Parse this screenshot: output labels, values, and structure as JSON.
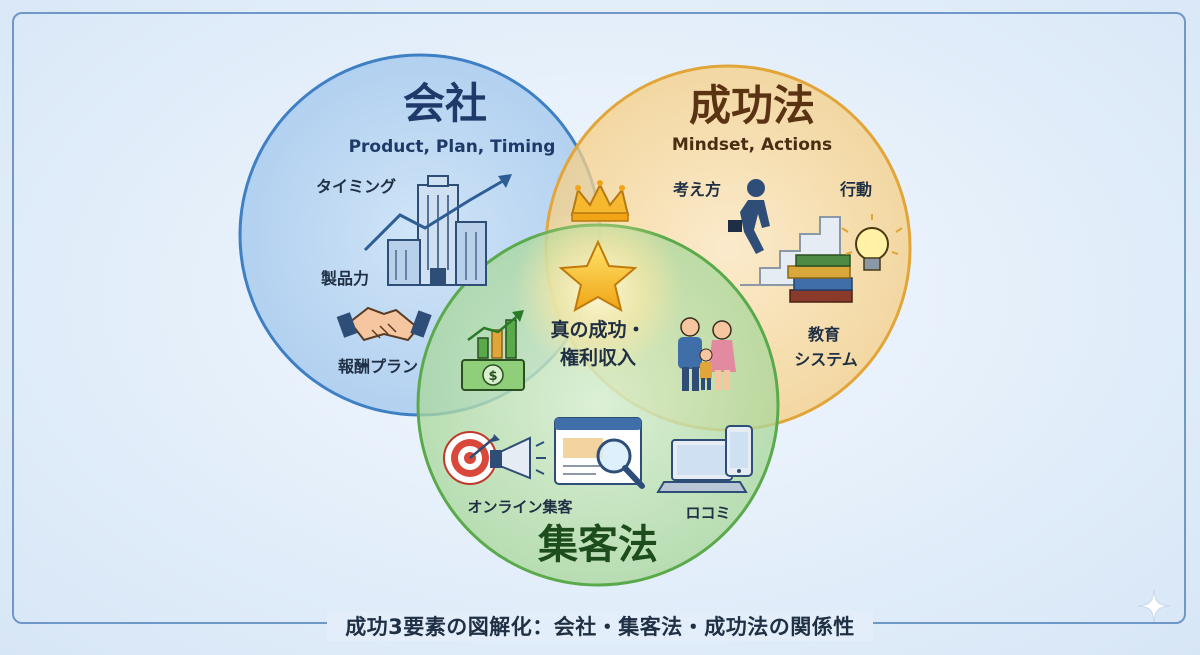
{
  "footer": {
    "title": "成功3要素の図解化：会社・集客法・成功法の関係性"
  },
  "circles": {
    "company": {
      "title": "会社",
      "subtitle": "Product, Plan, Timing",
      "labels": {
        "timing": "タイミング",
        "product_power": "製品力",
        "reward_plan": "報酬プラン"
      },
      "color": "#3f7fc4"
    },
    "success_method": {
      "title": "成功法",
      "subtitle": "Mindset, Actions",
      "labels": {
        "mindset": "考え方",
        "action": "行動",
        "education_line1": "教育",
        "education_line2": "システム"
      },
      "color": "#e2a53a"
    },
    "marketing_method": {
      "title": "集客法",
      "labels": {
        "online": "オンライン集客",
        "word_of_mouth": "ロコミ"
      },
      "color": "#5aaa4c"
    }
  },
  "center": {
    "line1": "真の成功・",
    "line2": "権利収入"
  },
  "icons": [
    "building-icon",
    "growth-arrow-icon",
    "handshake-icon",
    "crown-icon",
    "star-icon",
    "climbing-stairs-icon",
    "books-icon",
    "lightbulb-icon",
    "money-chart-icon",
    "family-icon",
    "target-icon",
    "megaphone-icon",
    "search-window-icon",
    "laptop-icon",
    "smartphone-icon",
    "sparkle-icon"
  ]
}
